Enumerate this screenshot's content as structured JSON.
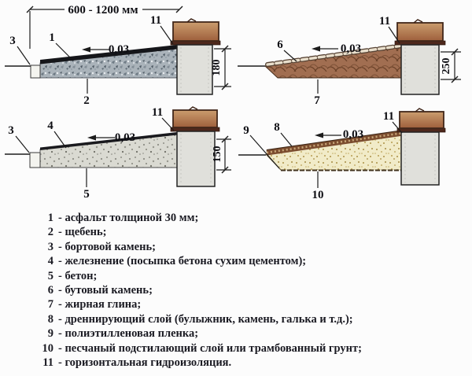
{
  "colors": {
    "background": "#fcfcfc",
    "legend_text": "#1a1a22",
    "brick_light": "#cb9d6e",
    "brick_dark": "#9e5f3c",
    "waterproofing": "#4e281c",
    "foundation": "#e0e0db",
    "asphalt": "#15161a",
    "ironing_layer": "#1a1a1e",
    "gravel_base": "#aab3ba",
    "concrete_base": "#dadad2",
    "clay_base": "#a16e51",
    "sand_base": "#f1ebc8",
    "drainage_band": "#7b4c2e"
  },
  "diagrams": {
    "top_left": {
      "width_dim": "600 - 1200 мм",
      "slope": "0,03",
      "height_dim": "180",
      "label_1": "1",
      "label_2": "2",
      "label_3": "3",
      "label_11": "11"
    },
    "top_right": {
      "slope": "0,03",
      "height_dim": "250",
      "label_6": "6",
      "label_7": "7",
      "label_11": "11"
    },
    "bottom_left": {
      "slope": "0,03",
      "height_dim": "150",
      "label_3": "3",
      "label_4": "4",
      "label_5": "5",
      "label_11": "11"
    },
    "bottom_right": {
      "slope": "0,03",
      "label_8": "8",
      "label_9": "9",
      "label_10": "10",
      "label_11": "11"
    }
  },
  "legend": {
    "items": [
      {
        "n": "1",
        "t": "- асфальт толщиной 30 мм;"
      },
      {
        "n": "2",
        "t": "- щебень;"
      },
      {
        "n": "3",
        "t": "- бортовой камень;"
      },
      {
        "n": "4",
        "t": "- железнение (посыпка бетона сухим цементом);"
      },
      {
        "n": "5",
        "t": "- бетон;"
      },
      {
        "n": "6",
        "t": "- бутовый камень;"
      },
      {
        "n": "7",
        "t": "- жирная глина;"
      },
      {
        "n": "8",
        "t": "- дреннирующий слой (булыжник, камень, галька и т.д.);"
      },
      {
        "n": "9",
        "t": "- полиэтилленовая пленка;"
      },
      {
        "n": "10",
        "t": "- песчаный подстилающий слой или трамбованный грунт;"
      },
      {
        "n": "11",
        "t": "- горизонтальная гидроизоляция."
      }
    ]
  }
}
